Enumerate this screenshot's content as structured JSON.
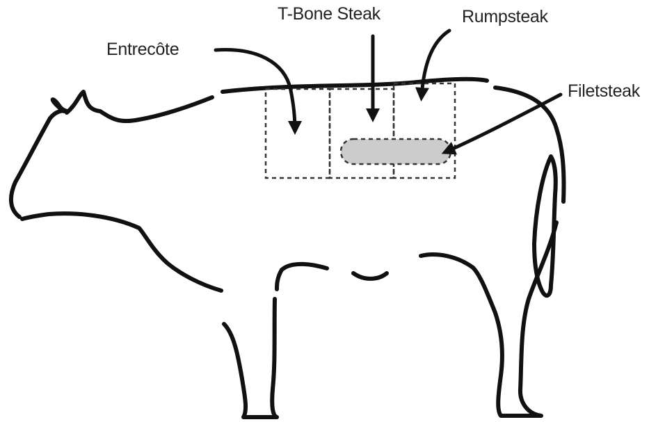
{
  "labels": {
    "entrecote": "Entrecôte",
    "tbone": "T-Bone Steak",
    "rumpsteak": "Rumpsteak",
    "filetsteak": "Filetsteak"
  },
  "colors": {
    "outline": "#111111",
    "cut_border": "#333333",
    "fillet_fill": "#cccccc",
    "background": "#ffffff"
  }
}
